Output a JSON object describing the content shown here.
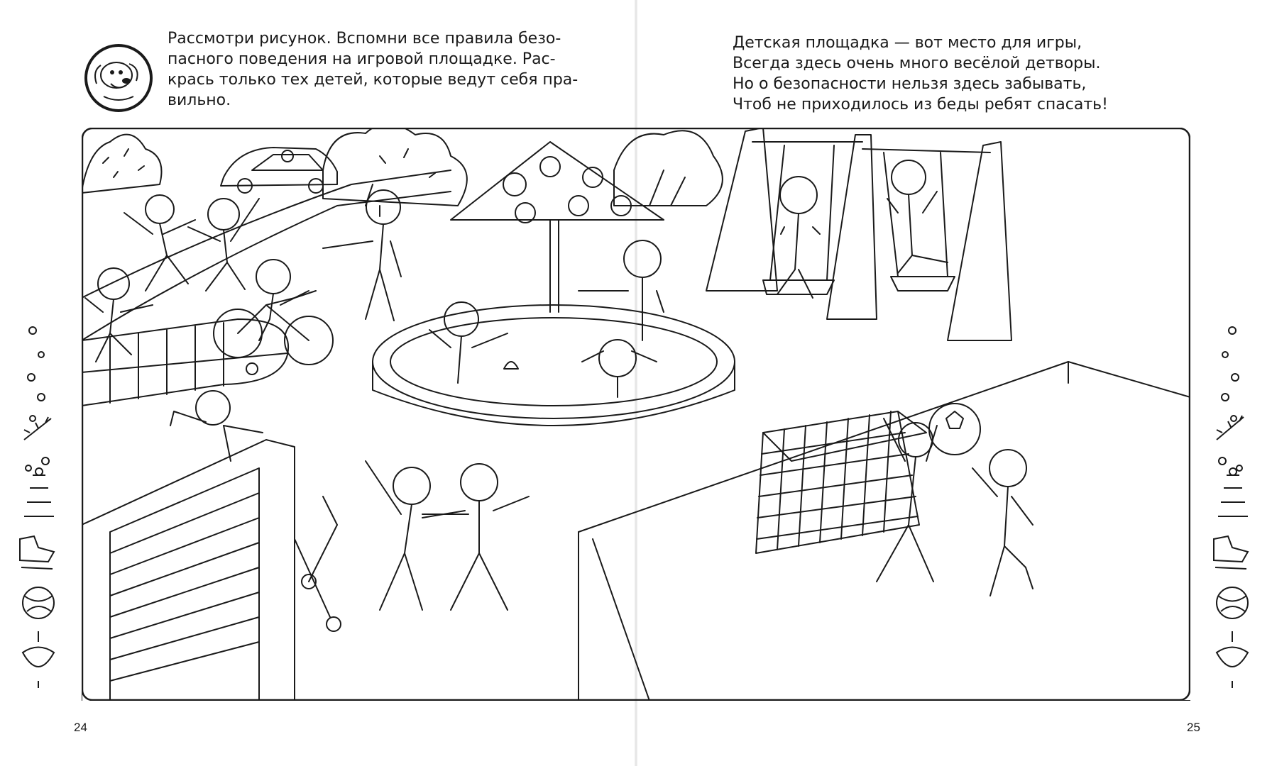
{
  "instruction": {
    "lines": [
      "Рассмотри рисунок. Вспомни все правила безо-",
      "пасного поведения на игровой площадке. Рас-",
      "крась только тех детей, которые ведут себя пра-",
      "вильно."
    ]
  },
  "poem": {
    "lines": [
      "Детская площадка — вот место для игры,",
      "Всегда здесь очень много весёлой детворы.",
      "Но о безопасности нельзя здесь забывать,",
      "Чтоб не приходилось из беды ребят спасать!"
    ]
  },
  "page_numbers": {
    "left": "24",
    "right": "25"
  },
  "colors": {
    "ink": "#1a1a1a",
    "paper": "#ffffff"
  }
}
